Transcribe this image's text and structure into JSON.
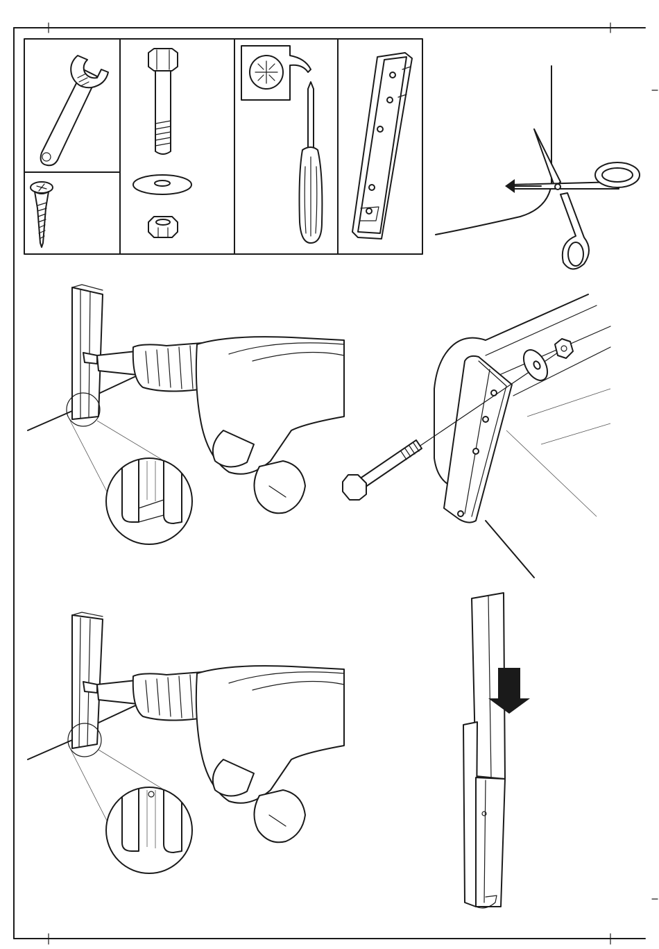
{
  "colors": {
    "line": "#1a1a1a",
    "background": "#ffffff",
    "arrow": "#1a1a1a"
  },
  "tools_panel": {
    "items": [
      {
        "icon": "adjustable-wrench-icon"
      },
      {
        "icon": "wood-screw-icon"
      },
      {
        "icon": "hex-bolt-icon"
      },
      {
        "icon": "washer-icon"
      },
      {
        "icon": "hex-nut-icon"
      },
      {
        "icon": "phillips-screwdriver-icon"
      },
      {
        "icon": "phillips-head-detail-icon"
      },
      {
        "icon": "metal-bracket-icon"
      }
    ]
  },
  "steps": [
    {
      "illustration": "cut-packaging-with-scissors"
    },
    {
      "illustration": "screw-bracket-with-drill-detail-a"
    },
    {
      "illustration": "bolt-bracket-to-frame"
    },
    {
      "illustration": "screw-bracket-with-drill-detail-b"
    },
    {
      "illustration": "slide-leg-into-bracket",
      "arrow_icon": "down-arrow-icon"
    }
  ]
}
